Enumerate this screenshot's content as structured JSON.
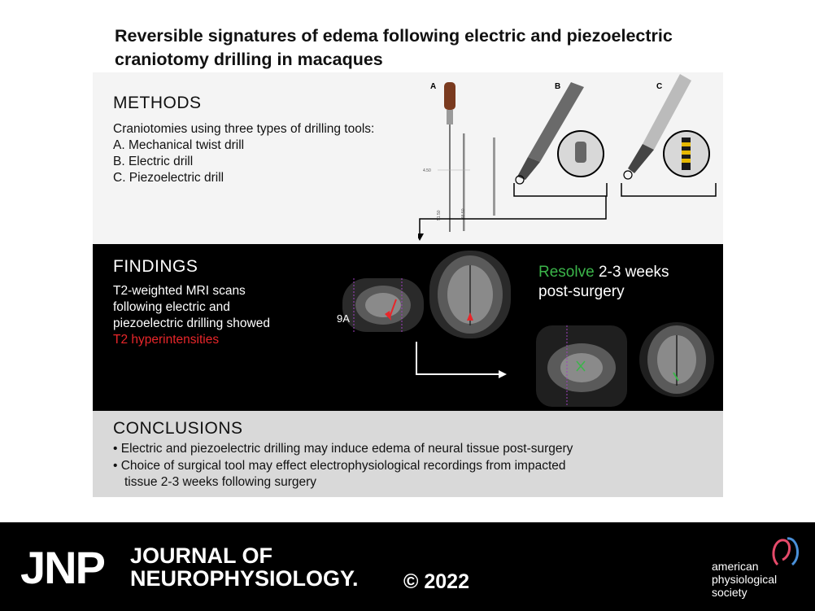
{
  "title": "Reversible signatures of edema following electric and piezoelectric craniotomy drilling in macaques",
  "methods": {
    "heading": "METHODS",
    "intro": "Craniotomies using three types of drilling tools:",
    "items": [
      "A. Mechanical twist drill",
      "B. Electric drill",
      "C. Piezoelectric drill"
    ],
    "panel_labels": [
      "A",
      "B",
      "C"
    ],
    "dimensions": [
      "4.50",
      "51.50",
      "48.50"
    ]
  },
  "findings": {
    "heading": "FINDINGS",
    "text_lines": [
      "T2-weighted MRI scans",
      "following electric and",
      "piezoelectric drilling showed"
    ],
    "highlight": "T2 hyperintensities",
    "scan_label": "9A",
    "resolve_word": "Resolve",
    "resolve_rest": "2-3 weeks",
    "resolve_line2": "post-surgery",
    "colors": {
      "highlight": "#e8262a",
      "resolve": "#3bb54a"
    }
  },
  "conclusions": {
    "heading": "CONCLUSIONS",
    "bullets": [
      "Electric and piezoelectric drilling may induce edema of neural tissue post-surgery",
      "Choice of surgical tool may effect electrophysiological recordings from impacted"
    ],
    "bullet2_cont": "tissue 2-3 weeks following surgery"
  },
  "footer": {
    "abbr": "JNP",
    "journal_line1": "JOURNAL OF",
    "journal_line2": "NEUROPHYSIOLOGY.",
    "copyright": "© 2022",
    "society": [
      "american",
      "physiological",
      "society"
    ]
  }
}
